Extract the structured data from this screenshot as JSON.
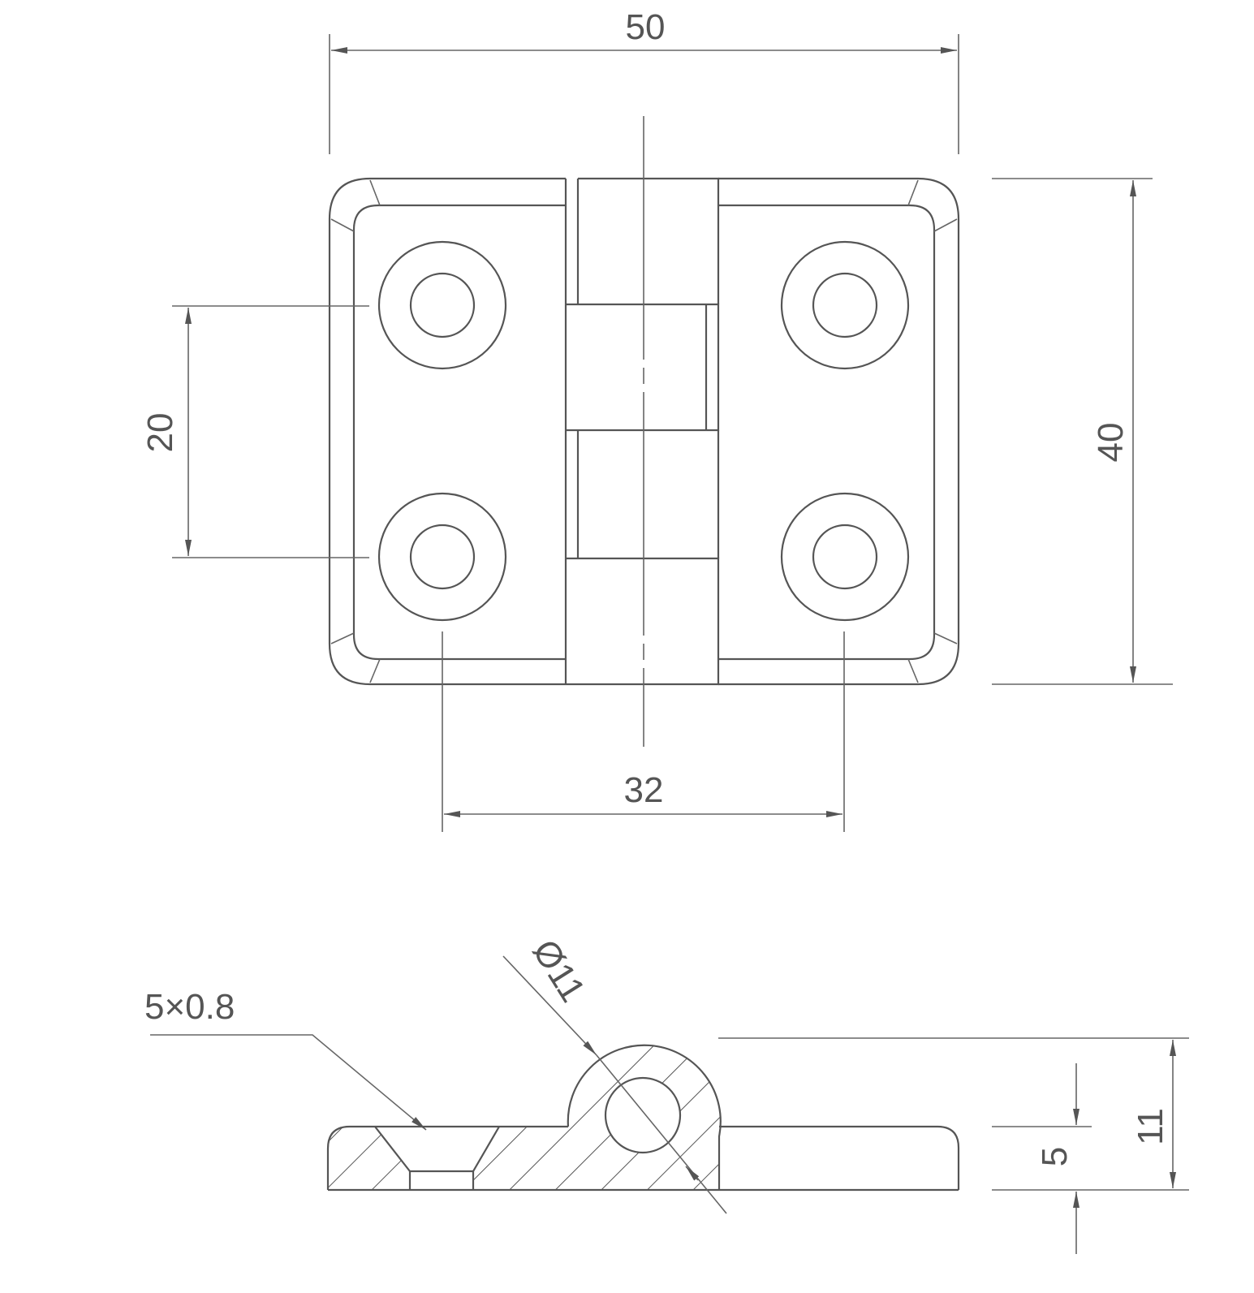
{
  "drawing": {
    "top_view": {
      "overall_width": "50",
      "overall_height": "40",
      "hole_vertical_spacing": "20",
      "hole_horizontal_spacing": "32"
    },
    "section_view": {
      "countersink_note": "5×0.8",
      "knuckle_diameter": "Ø11",
      "total_height": "11",
      "plate_thickness": "5"
    }
  },
  "colors": {
    "line": "#555555",
    "background": "#ffffff"
  }
}
